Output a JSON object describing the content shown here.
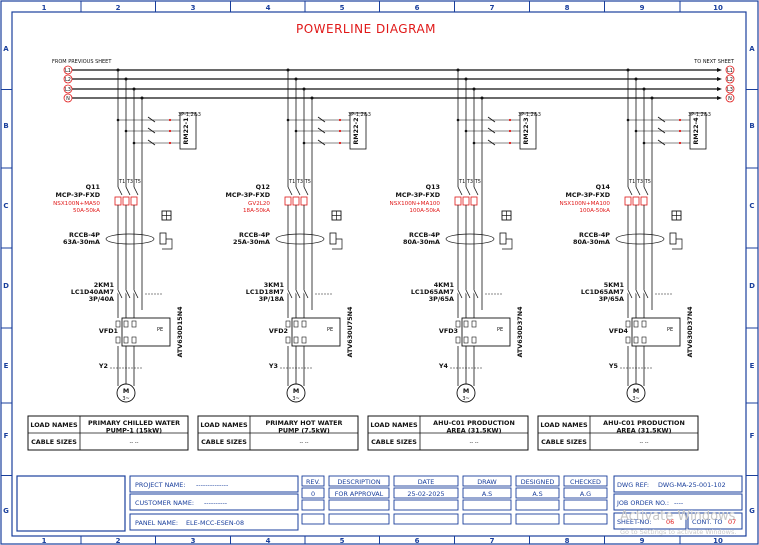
{
  "title": "POWERLINE DIAGRAM",
  "columns": [
    "1",
    "2",
    "3",
    "4",
    "5",
    "6",
    "7",
    "8",
    "9",
    "10"
  ],
  "rows": [
    "A",
    "B",
    "C",
    "D",
    "E",
    "F",
    "G"
  ],
  "from_sheet": "FROM PREVIOUS SHEET",
  "to_sheet": "TO NEXT SHEET",
  "phases": [
    "L1",
    "L2",
    "L3",
    "N"
  ],
  "feeders": [
    {
      "q": "Q11",
      "mcp": "MCP-3P-FXD",
      "breaker": "NSX100N+MA50",
      "range": "50A-50kA",
      "rccb": "RCCB-4P",
      "rccb_rating": "63A-30mA",
      "km": "2KM1",
      "contactor": "LC1D40AM7",
      "rating": "3P/40A",
      "vfd": "VFD1",
      "vfd_model": "ATV630D15N4",
      "pe": "PE",
      "y": "Y2",
      "motor": "M",
      "motor_sub": "3~",
      "relay": "RM22-1",
      "relay_tag": "3P-1,2&3",
      "load_name": "PRIMARY CHILLED WATER PUMP-1 (15kW)",
      "cable": "-- --",
      "tdot": "T1 T3 T5"
    },
    {
      "q": "Q12",
      "mcp": "MCP-3P-FXD",
      "breaker": "GV2L20",
      "range": "18A-50kA",
      "rccb": "RCCB-4P",
      "rccb_rating": "25A-30mA",
      "km": "3KM1",
      "contactor": "LC1D18M7",
      "rating": "3P/18A",
      "vfd": "VFD2",
      "vfd_model": "ATV630U75N4",
      "pe": "PE",
      "y": "Y3",
      "motor": "M",
      "motor_sub": "3~",
      "relay": "RM22-2",
      "relay_tag": "3P-1,2&3",
      "load_name": "PRIMARY HOT WATER PUMP (7.5kW)",
      "cable": "-- --",
      "tdot": "T1 T3 T5"
    },
    {
      "q": "Q13",
      "mcp": "MCP-3P-FXD",
      "breaker": "NSX100N+MA100",
      "range": "100A-50kA",
      "rccb": "RCCB-4P",
      "rccb_rating": "80A-30mA",
      "km": "4KM1",
      "contactor": "LC1D65AM7",
      "rating": "3P/65A",
      "vfd": "VFD3",
      "vfd_model": "ATV630D37N4",
      "pe": "PE",
      "y": "Y4",
      "motor": "M",
      "motor_sub": "3~",
      "relay": "RM22-3",
      "relay_tag": "3P-1,2&3",
      "load_name": "AHU-C01 PRODUCTION AREA (31.5KW)",
      "cable": "-- --",
      "tdot": "T1 T3 T5"
    },
    {
      "q": "Q14",
      "mcp": "MCP-3P-FXD",
      "breaker": "NSX100N+MA100",
      "range": "100A-50kA",
      "rccb": "RCCB-4P",
      "rccb_rating": "80A-30mA",
      "km": "5KM1",
      "contactor": "LC1D65AM7",
      "rating": "3P/65A",
      "vfd": "VFD4",
      "vfd_model": "ATV630D37N4",
      "pe": "PE",
      "y": "Y5",
      "motor": "M",
      "motor_sub": "3~",
      "relay": "RM22-4",
      "relay_tag": "3P-1,2&3",
      "load_name": "AHU-C01 PRODUCTION AREA (31.5KW)",
      "cable": "-- --",
      "tdot": "T1 T3 T5"
    }
  ],
  "load_names_label": "LOAD NAMES",
  "cable_sizes_label": "CABLE SIZES",
  "title_block": {
    "project_label": "PROJECT NAME:",
    "project_value": "--------------",
    "customer_label": "CUSTOMER NAME:",
    "customer_value": "----------",
    "panel_label": "PANEL NAME:",
    "panel_value": "ELE-MCC-ESEN-08",
    "rev_label": "REV.",
    "rev_value": "0",
    "desc_label": "DESCRIPTION",
    "desc_value": "FOR APPROVAL",
    "date_label": "DATE",
    "date_value": "25-02-2025",
    "draw_label": "DRAW",
    "draw_value": "A.S",
    "designed_label": "DESIGNED",
    "designed_value": "A.S",
    "checked_label": "CHECKED",
    "checked_value": "A.G",
    "dwg_label": "DWG REF:",
    "dwg_value": "DWG-MA-25-001-102",
    "job_label": "JOB ORDER NO.:",
    "job_value": "----",
    "sheet_label": "SHEET-NO:",
    "sheet_value": "06",
    "cont_label": "CONT. TO",
    "cont_value": "07"
  },
  "watermark_line1": "Activate Windows",
  "watermark_line2": "Go to Settings to activate Windows."
}
